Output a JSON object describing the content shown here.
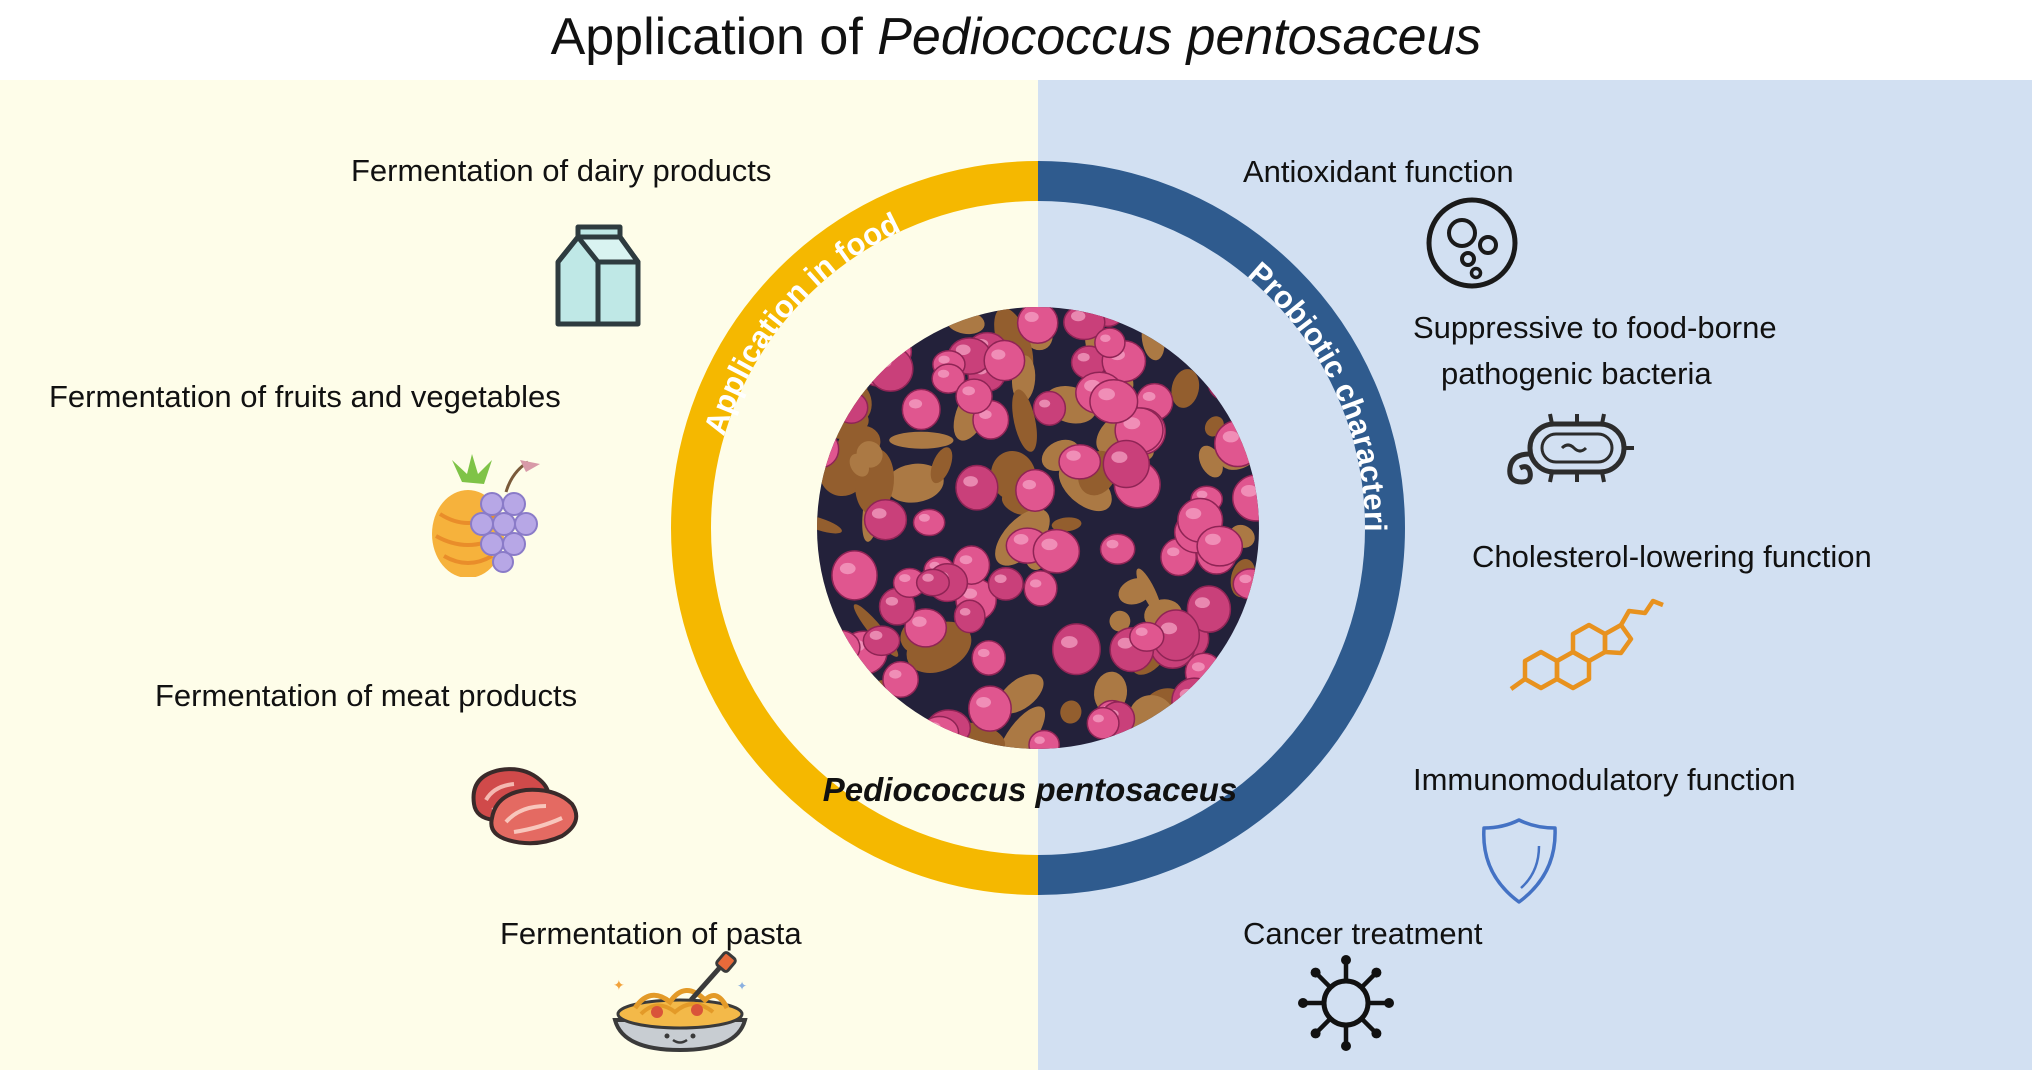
{
  "title": {
    "prefix": "Application of ",
    "species": "Pediococcus pentosaceus"
  },
  "ring": {
    "left_label": "Application in food",
    "right_label": "Probiotic characteristic",
    "left_color": "#f5b800",
    "right_color": "#2f5b8e"
  },
  "center_label": "Pediococcus pentosaceus",
  "food_applications": [
    {
      "label": "Fermentation of dairy products",
      "icon": "milk-carton-icon"
    },
    {
      "label": "Fermentation of fruits and vegetables",
      "icon": "fruits-icon"
    },
    {
      "label": "Fermentation of meat products",
      "icon": "meat-icon"
    },
    {
      "label": "Fermentation of pasta",
      "icon": "pasta-icon"
    }
  ],
  "probiotic_characteristics": [
    {
      "label": "Antioxidant function",
      "icon": "antioxidant-icon"
    },
    {
      "label_lines": [
        "Suppressive to food-borne",
        "pathogenic bacteria"
      ],
      "icon": "bacteria-icon"
    },
    {
      "label": "Cholesterol-lowering function",
      "icon": "cholesterol-molecule-icon"
    },
    {
      "label": "Immunomodulatory function",
      "icon": "shield-icon"
    },
    {
      "label": "Cancer treatment",
      "icon": "virus-icon"
    }
  ]
}
